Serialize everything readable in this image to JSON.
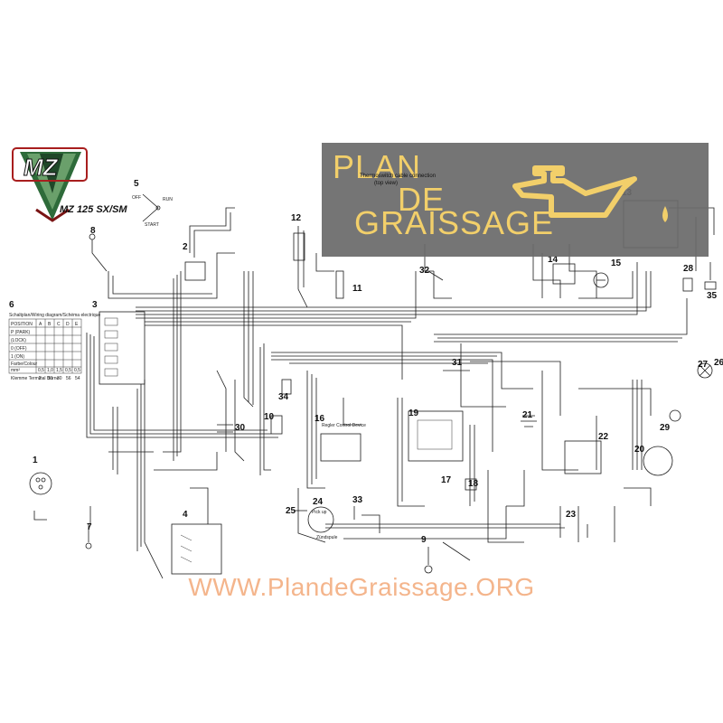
{
  "logo": {
    "text": "MZ",
    "model": "MZ 125 SX/SM"
  },
  "banner": {
    "line1": "PLAN",
    "line2": "DE",
    "line3": "GRAISSAGE",
    "caption": "Thermoswitch cable connection",
    "subcaption": "(top view)"
  },
  "watermark": "WWW.PlandeGraissage.ORG",
  "callouts": [
    "1",
    "2",
    "3",
    "4",
    "5",
    "6",
    "7",
    "8",
    "9",
    "10",
    "11",
    "12",
    "13",
    "14",
    "15",
    "16",
    "17",
    "18",
    "19",
    "20",
    "21",
    "22",
    "23",
    "24",
    "25",
    "26",
    "27",
    "28",
    "29",
    "30",
    "31",
    "32",
    "33",
    "34",
    "35"
  ],
  "switch_labels": {
    "off": "OFF",
    "run": "RUN",
    "start": "START"
  },
  "legend_table": {
    "title": "Schaltplan/Wiring diagram/Schéma electrique",
    "header": [
      "POSITION",
      "A",
      "B",
      "C",
      "D",
      "E"
    ],
    "rows": [
      "P (PARK)",
      "(LOCK)",
      "0 (OFF)",
      "1 (ON)"
    ],
    "colour_row": "Farbe/Colour",
    "mm_row": [
      "mm²",
      "0,5",
      "1,0",
      "1,5",
      "0,5",
      "0,5"
    ],
    "terminal_row": [
      "Klemme Terminal Borne",
      "2",
      "31",
      "30",
      "56",
      "54"
    ]
  },
  "component_labels": {
    "regler": "Regler Control Device",
    "pickup": "Pick up",
    "zuendspule": "Zündspule"
  }
}
